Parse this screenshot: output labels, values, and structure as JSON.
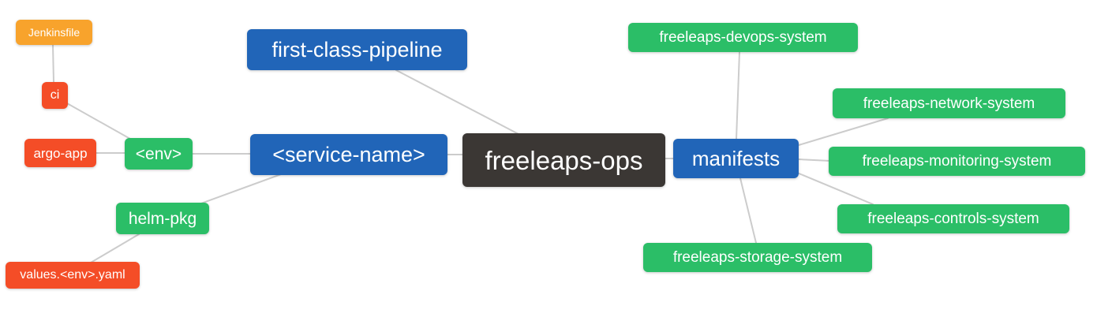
{
  "diagram": {
    "type": "mindmap",
    "root_label": "freeleaps-ops",
    "palette": {
      "blue": "#2165B8",
      "green": "#2BBE67",
      "red": "#F44D27",
      "orange": "#F8A32C",
      "dark": "#3B3734",
      "edge": "#CCCCCC",
      "text": "#FFFFFF",
      "background": "#FFFFFF"
    }
  },
  "nodes": {
    "jenkinsfile": {
      "label": "Jenkinsfile",
      "color": "#F8A32C"
    },
    "ci": {
      "label": "ci",
      "color": "#F44D27"
    },
    "argo_app": {
      "label": "argo-app",
      "color": "#F44D27"
    },
    "env": {
      "label": "<env>",
      "color": "#2BBE67"
    },
    "helm_pkg": {
      "label": "helm-pkg",
      "color": "#2BBE67"
    },
    "values_env_yaml": {
      "label": "values.<env>.yaml",
      "color": "#F44D27"
    },
    "first_class_pipeline": {
      "label": "first-class-pipeline",
      "color": "#2165B8"
    },
    "service_name": {
      "label": "<service-name>",
      "color": "#2165B8"
    },
    "freeleaps_ops": {
      "label": "freeleaps-ops",
      "color": "#3B3734"
    },
    "manifests": {
      "label": "manifests",
      "color": "#2165B8"
    },
    "devops_system": {
      "label": "freeleaps-devops-system",
      "color": "#2BBE67"
    },
    "network_system": {
      "label": "freeleaps-network-system",
      "color": "#2BBE67"
    },
    "monitoring_system": {
      "label": "freeleaps-monitoring-system",
      "color": "#2BBE67"
    },
    "controls_system": {
      "label": "freeleaps-controls-system",
      "color": "#2BBE67"
    },
    "storage_system": {
      "label": "freeleaps-storage-system",
      "color": "#2BBE67"
    }
  },
  "edges": [
    {
      "from": "jenkinsfile",
      "to": "ci"
    },
    {
      "from": "ci",
      "to": "env"
    },
    {
      "from": "argo_app",
      "to": "env"
    },
    {
      "from": "env",
      "to": "service_name"
    },
    {
      "from": "helm_pkg",
      "to": "service_name"
    },
    {
      "from": "values_env_yaml",
      "to": "helm_pkg"
    },
    {
      "from": "first_class_pipeline",
      "to": "freeleaps_ops"
    },
    {
      "from": "service_name",
      "to": "freeleaps_ops"
    },
    {
      "from": "freeleaps_ops",
      "to": "manifests"
    },
    {
      "from": "manifests",
      "to": "devops_system"
    },
    {
      "from": "manifests",
      "to": "network_system"
    },
    {
      "from": "manifests",
      "to": "monitoring_system"
    },
    {
      "from": "manifests",
      "to": "controls_system"
    },
    {
      "from": "manifests",
      "to": "storage_system"
    }
  ]
}
